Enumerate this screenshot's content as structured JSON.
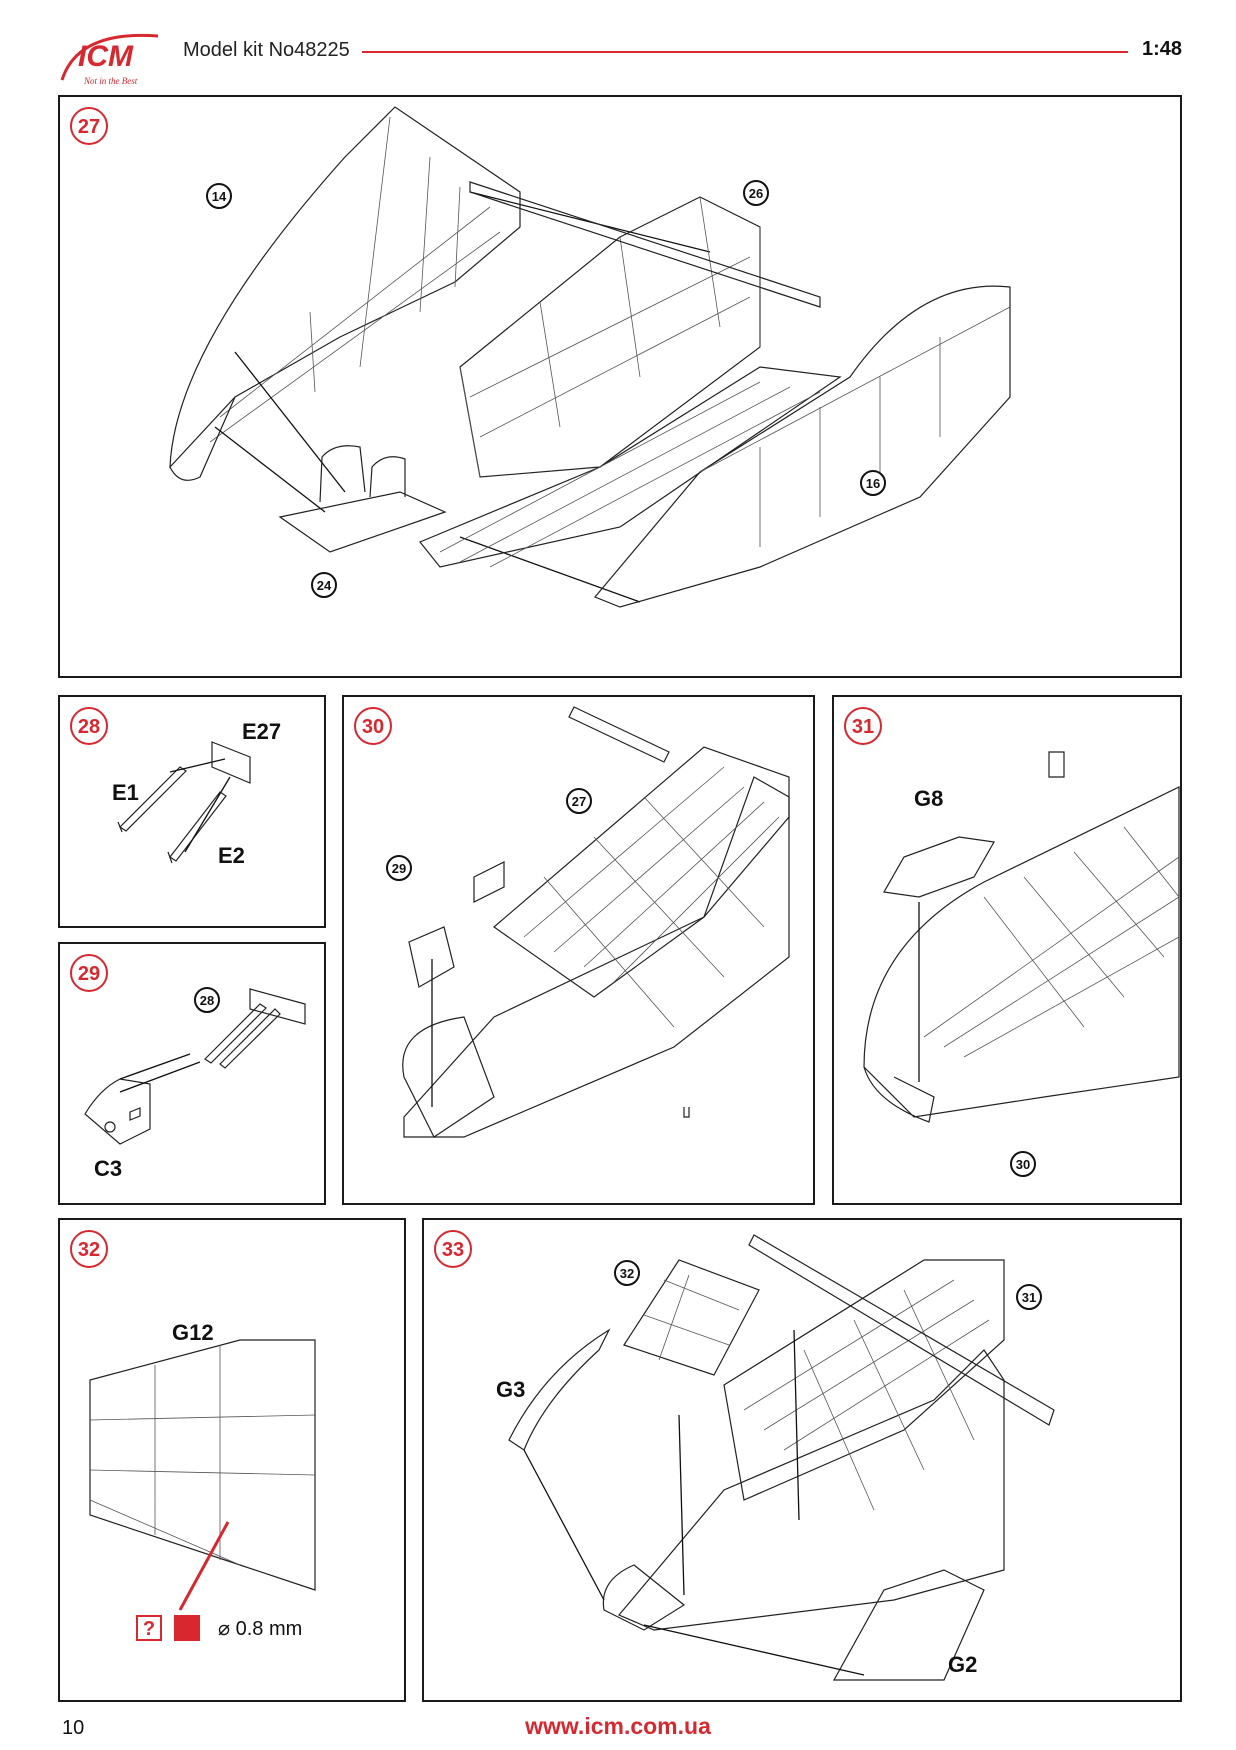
{
  "header": {
    "logo_text": "ICM",
    "logo_tagline": "Not in the Best",
    "model_kit": "Model kit No48225",
    "scale": "1:48"
  },
  "steps": [
    {
      "num": "27",
      "parts": [
        "14",
        "26",
        "16",
        "24"
      ]
    },
    {
      "num": "28",
      "parts": [
        "E27",
        "E1",
        "E2"
      ]
    },
    {
      "num": "30",
      "parts": [
        "27",
        "29"
      ]
    },
    {
      "num": "31",
      "parts": [
        "G8",
        "30"
      ]
    },
    {
      "num": "29",
      "parts": [
        "28",
        "C3"
      ]
    },
    {
      "num": "32",
      "parts": [
        "G12"
      ],
      "drill": "⌀ 0.8 mm",
      "question": "?"
    },
    {
      "num": "33",
      "parts": [
        "32",
        "31",
        "G3",
        "G2"
      ]
    }
  ],
  "footer": {
    "page": "10",
    "url": "www.icm.com.ua"
  },
  "colors": {
    "accent": "#d7282f",
    "line": "#1a1a1a"
  }
}
